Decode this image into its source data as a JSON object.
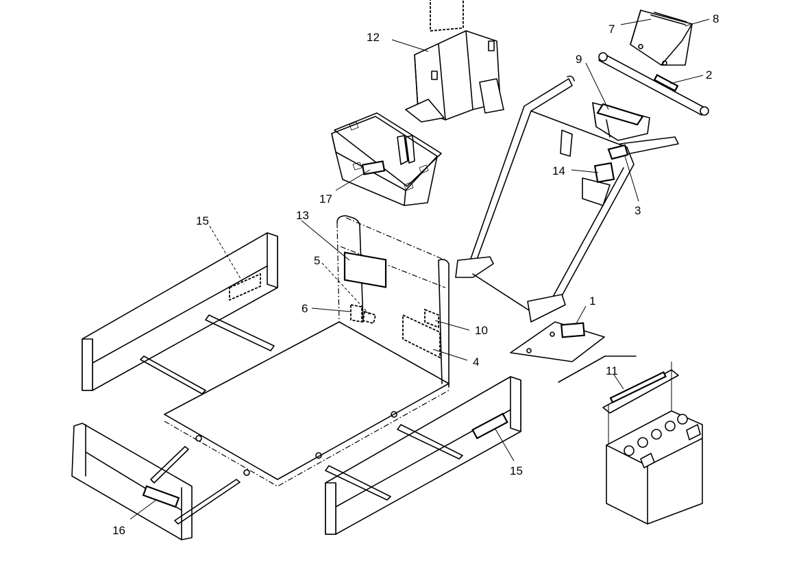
{
  "diagram": {
    "callouts": [
      {
        "id": "1",
        "label": "1"
      },
      {
        "id": "2",
        "label": "2"
      },
      {
        "id": "3",
        "label": "3"
      },
      {
        "id": "4",
        "label": "4"
      },
      {
        "id": "5",
        "label": "5"
      },
      {
        "id": "6",
        "label": "6"
      },
      {
        "id": "7",
        "label": "7"
      },
      {
        "id": "8",
        "label": "8"
      },
      {
        "id": "9",
        "label": "9"
      },
      {
        "id": "10",
        "label": "10"
      },
      {
        "id": "11",
        "label": "11"
      },
      {
        "id": "12",
        "label": "12"
      },
      {
        "id": "13",
        "label": "13"
      },
      {
        "id": "14",
        "label": "14"
      },
      {
        "id": "15a",
        "label": "15"
      },
      {
        "id": "15b",
        "label": "15"
      },
      {
        "id": "16",
        "label": "16"
      },
      {
        "id": "17",
        "label": "17"
      }
    ],
    "colors": {
      "line": "#000000",
      "background": "#ffffff"
    }
  }
}
